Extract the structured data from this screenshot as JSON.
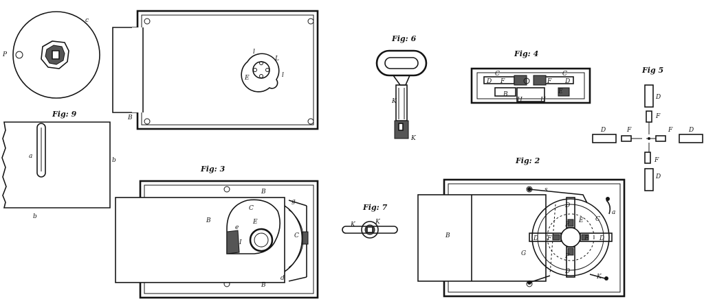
{
  "figures": {
    "fig2": {
      "title": "Fig: 2",
      "labels": {
        "B": "B",
        "D": "D",
        "E": "E",
        "F": "F",
        "C": "C",
        "G": "G",
        "a": "a",
        "s": "s",
        "K": "K"
      }
    },
    "fig3": {
      "title": "Fig: 3",
      "labels": {
        "B": "B",
        "C": "C",
        "E": "E",
        "I": "I",
        "e": "e",
        "g": "g",
        "d": "d"
      }
    },
    "fig4": {
      "title": "Fig: 4",
      "labels": {
        "C": "C",
        "D": "D",
        "F": "F",
        "H": "H",
        "B": "B",
        "E": "E"
      }
    },
    "fig5": {
      "title": "Fig 5",
      "labels": {
        "D": "D",
        "F": "F"
      }
    },
    "fig6": {
      "title": "Fig: 6",
      "labels": {
        "K": "K"
      }
    },
    "fig7": {
      "title": "Fig: 7",
      "labels": {
        "K": "K"
      }
    },
    "fig9": {
      "title": "Fig: 9",
      "labels": {
        "b": "b",
        "a": "a"
      }
    },
    "fig1": {
      "labels": {
        "B": "B",
        "L": "L",
        "E": "E",
        "l": "l"
      }
    },
    "disc": {
      "labels": {
        "c": "c",
        "P": "P"
      }
    }
  }
}
